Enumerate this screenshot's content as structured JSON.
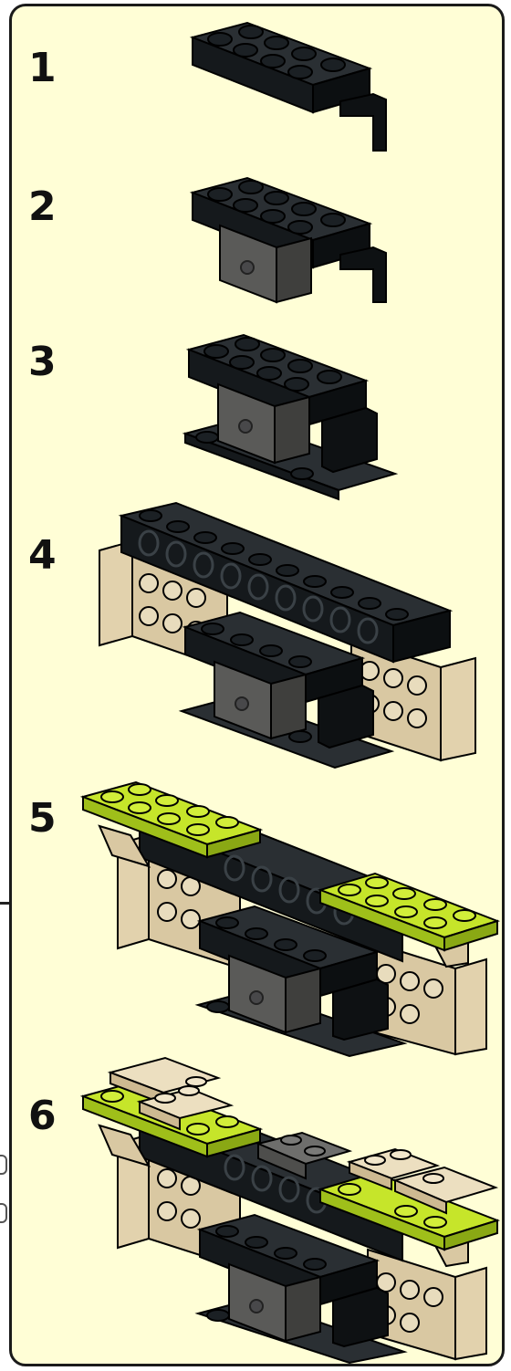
{
  "steps": [
    {
      "number": "1"
    },
    {
      "number": "2"
    },
    {
      "number": "3"
    },
    {
      "number": "4"
    },
    {
      "number": "5"
    },
    {
      "number": "6"
    }
  ],
  "colors": {
    "panel_background": "#fffed6",
    "border": "#1a1a1a",
    "black_brick": "#111417",
    "dark_grey_brick": "#5a5a58",
    "tan_brick": "#d9c8a2",
    "lime_plate": "#c6e52a"
  }
}
